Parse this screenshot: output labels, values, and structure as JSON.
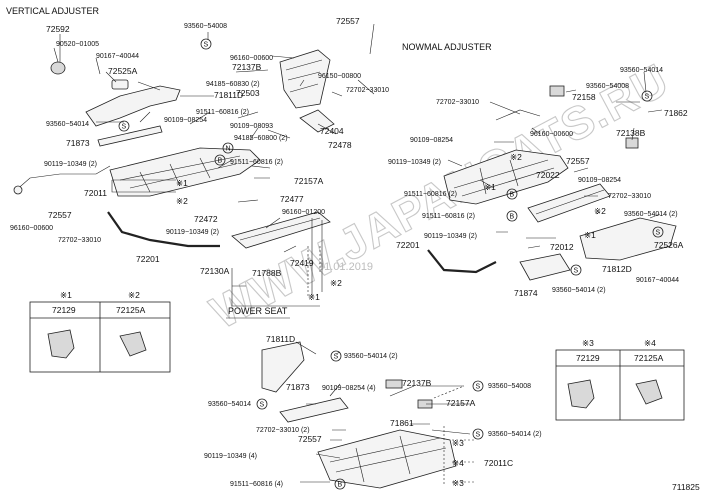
{
  "sections": {
    "vertical_adjuster": "VERTICAL ADJUSTER",
    "normal_adjuster": "NOWMAL ADJUSTER",
    "power_seat": "POWER SEAT"
  },
  "watermark": "WWW.JAPANCATS.RU",
  "date_stamp": "31.01.2019",
  "figure_number": "711825",
  "legend_left": {
    "mark1": "※1",
    "mark2": "※2",
    "part1": "72129",
    "part2": "72125A"
  },
  "legend_right": {
    "mark3": "※3",
    "mark4": "※4",
    "part3": "72129",
    "part4": "72125A"
  },
  "callouts": {
    "c_72592": "72592",
    "c_90520_01005": "90520−01005",
    "c_90167_40044_a": "90167−40044",
    "c_72525A": "72525A",
    "c_93560_54008_a": "93560−54008",
    "c_72557_a": "72557",
    "c_96160_00600_a": "96160−00600",
    "c_72137B_a": "72137B",
    "c_94185_60830": "94185−60830 (2)",
    "c_72503": "72503",
    "c_96150_00800": "96150−00800",
    "c_72702_33010_a": "72702−33010",
    "c_71811D_a": "71811D",
    "c_93560_54014_a": "93560−54014",
    "c_90109_08254_a": "90109−08254",
    "c_91511_60816_a": "91511−60816 (2)",
    "c_90109_08093": "90109−08093",
    "c_94185_60800": "94185−60800 (2)",
    "c_72404": "72404",
    "c_72478": "72478",
    "c_71873_a": "71873",
    "c_90119_10349_a": "90119−10349 (2)",
    "c_91511_60816_b": "91511−60816 (2)",
    "c_72011": "72011",
    "c_72157A_a": "72157A",
    "c_72477": "72477",
    "c_72472": "72472",
    "c_96160_01200": "96160−01200",
    "c_90119_10349_b": "90119−10349 (2)",
    "c_96160_00600_b": "96160−00600",
    "c_72557_b": "72557",
    "c_72702_33010_b": "72702−33010",
    "c_72201_a": "72201",
    "c_72130A": "72130A",
    "c_71788B": "71788B",
    "c_72419": "72419",
    "c_72702_33010_c": "72702−33010",
    "c_96160_00600_c": "96160−00600",
    "c_90109_08254_b": "90109−08254",
    "c_90119_10349_c": "90119−10349 (2)",
    "c_91511_60816_c": "91511−60816 (2)",
    "c_72022": "72022",
    "c_72557_c": "72557",
    "c_90109_08254_c": "90109−08254",
    "c_72702_33010_d": "72702−33010",
    "c_91511_60816_d": "91511−60816 (2)",
    "c_93560_54014_b": "93560−54014 (2)",
    "c_90119_10349_d": "90119−10349 (2)",
    "c_72012": "72012",
    "c_72526A": "72526A",
    "c_72201_b": "72201",
    "c_71812D": "71812D",
    "c_71874": "71874",
    "c_93560_54014_c": "93560−54014 (2)",
    "c_90167_40044_b": "90167−40044",
    "c_93560_54014_d": "93560−54014",
    "c_93560_54008_b": "93560−54008",
    "c_72158": "72158",
    "c_71862": "71862",
    "c_72138B": "72138B",
    "c_71811D_b": "71811D",
    "c_93560_54014_e": "93560−54014 (2)",
    "c_71873_b": "71873",
    "c_90109_08254_d": "90109−08254 (4)",
    "c_72137B_b": "72137B",
    "c_93560_54008_c": "93560−54008",
    "c_93560_54014_f": "93560−54014",
    "c_72157A_b": "72157A",
    "c_72702_33010_e": "72702−33010 (2)",
    "c_72557_d": "72557",
    "c_71861": "71861",
    "c_93560_54014_g": "93560−54014 (2)",
    "c_90119_10349_e": "90119−10349 (4)",
    "c_72011C": "72011C",
    "c_91511_60816_e": "91511−60816 (4)"
  },
  "marks": {
    "star1": "※1",
    "star2": "※2",
    "star3": "※3",
    "star4": "※4",
    "S": "S",
    "B": "B",
    "N": "N"
  }
}
